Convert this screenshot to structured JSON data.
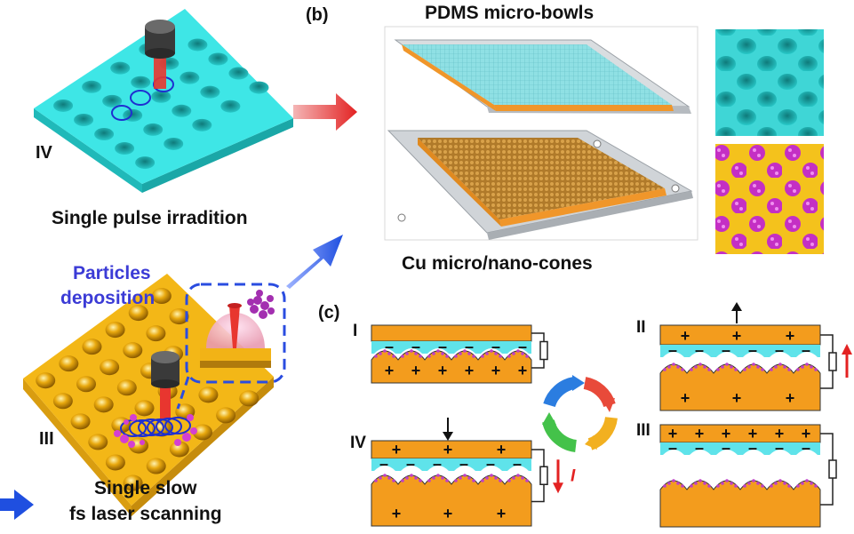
{
  "colors": {
    "cyan": "#33e6e6",
    "gold": "#f2b316",
    "orange": "#f39c1d",
    "blue": "#1f3fd9",
    "red_arrow": "#e32222",
    "magenta": "#d23bd0",
    "text_blue": "#3b3bd6"
  },
  "top_left": {
    "stage_label": "IV",
    "caption": "Single pulse irradition"
  },
  "bottom_left": {
    "stage_label": "III",
    "particles_label_line1": "Particles",
    "particles_label_line2": "deposition",
    "caption_line1": "Single slow",
    "caption_line2": "fs laser scanning"
  },
  "panel_b": {
    "label": "(b)",
    "top_caption": "PDMS micro-bowls",
    "bottom_caption": "Cu micro/nano-cones"
  },
  "panel_c": {
    "label": "(c)",
    "state_I": "I",
    "state_II": "II",
    "state_III": "III",
    "state_IV": "IV",
    "current_symbol": "I",
    "plus": "+",
    "minus": "–"
  },
  "icons": [
    "laser-head-icon",
    "red-arrow-icon",
    "blue-arrow-icon",
    "cycle-icon",
    "resistor-icon",
    "current-arrow-icon"
  ]
}
